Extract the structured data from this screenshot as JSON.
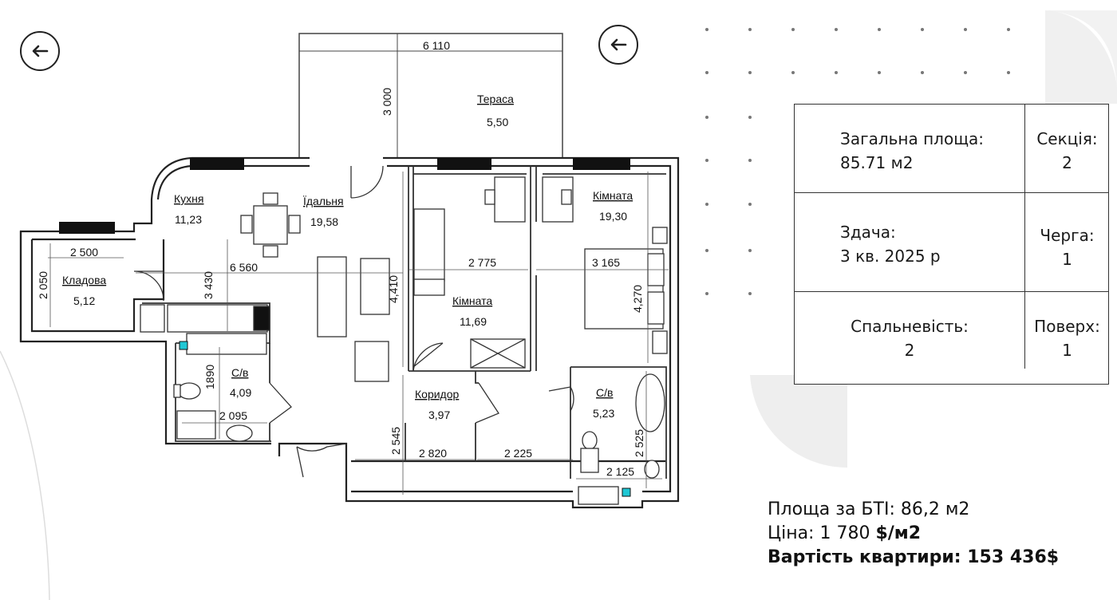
{
  "nav": {
    "back_icon": "arrow-left-icon"
  },
  "rooms": {
    "terrace": {
      "name": "Тераса",
      "area": "5,50"
    },
    "kitchen": {
      "name": "Кухня",
      "area": "11,23"
    },
    "dining": {
      "name": "Їдальня",
      "area": "19,58"
    },
    "room_right": {
      "name": "Кімната",
      "area": "19,30"
    },
    "storage": {
      "name": "Кладова",
      "area": "5,12"
    },
    "room_mid": {
      "name": "Кімната",
      "area": "11,69"
    },
    "bath_left": {
      "name": "С/в",
      "area": "4,09"
    },
    "corridor": {
      "name": "Коридор",
      "area": "3,97"
    },
    "bath_right": {
      "name": "С/в",
      "area": "5,23"
    }
  },
  "dimensions": {
    "terrace_width": "6 110",
    "terrace_depth": "3 000",
    "storage_width": "2 500",
    "storage_depth": "2 050",
    "living_depth": "3 430",
    "living_width": "6 560",
    "room_mid_width": "2 775",
    "room_mid_depth": "4,410",
    "room_right_width": "3 165",
    "room_right_depth": "4,270",
    "bath_left_depth": "1890",
    "bath_left_width": "2 095",
    "corridor_depth": "2 545",
    "balcony_left": "2 820",
    "balcony_right": "2 225",
    "bath_right_depth": "2 525",
    "bath_right_width": "2 125"
  },
  "info": {
    "total_area_label": "Загальна площа:",
    "total_area_value": "85.71 м2",
    "section_label": "Секція:",
    "section_value": "2",
    "handover_label": "Здача:",
    "handover_value": "3 кв. 2025 р",
    "queue_label": "Черга:",
    "queue_value": "1",
    "bedrooms_label": "Спальневість:",
    "bedrooms_value": "2",
    "floor_label": "Поверх:",
    "floor_value": "1"
  },
  "summary": {
    "bti_area": "Площа за БТІ: 86,2 м2",
    "price_prefix": "Ціна: 1 780 ",
    "price_unit": "$/м2",
    "total_label": "Вартість квартири: 153 436$"
  },
  "colors": {
    "accent_fixture": "#1fc7d4",
    "wall": "#222222",
    "window": "#111111"
  }
}
